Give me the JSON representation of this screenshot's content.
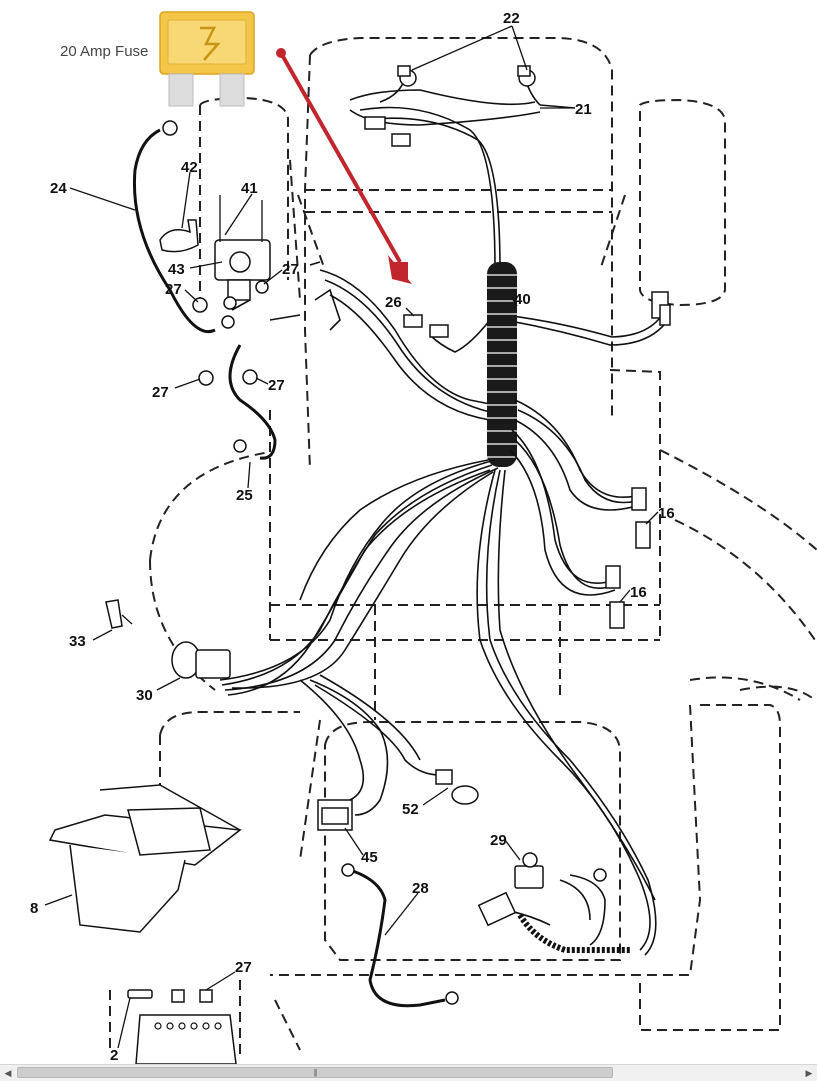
{
  "fuse": {
    "caption": "20 Amp Fuse",
    "color": "#f3c64a",
    "arrow_color": "#c0262c"
  },
  "labels": {
    "p22": "22",
    "p21": "21",
    "p24": "24",
    "p42": "42",
    "p41": "41",
    "p43": "43",
    "p27a": "27",
    "p27b": "27",
    "p27c": "27",
    "p27d": "27",
    "p27e": "27",
    "p26": "26",
    "p40": "40",
    "p25": "25",
    "p16a": "16",
    "p16b": "16",
    "p33": "33",
    "p30": "30",
    "p52": "52",
    "p29": "29",
    "p45": "45",
    "p28": "28",
    "p8": "8",
    "p2": "2"
  },
  "scrollbar": {
    "left_arrow": "◀",
    "right_arrow": "▶",
    "grip": "|||"
  }
}
